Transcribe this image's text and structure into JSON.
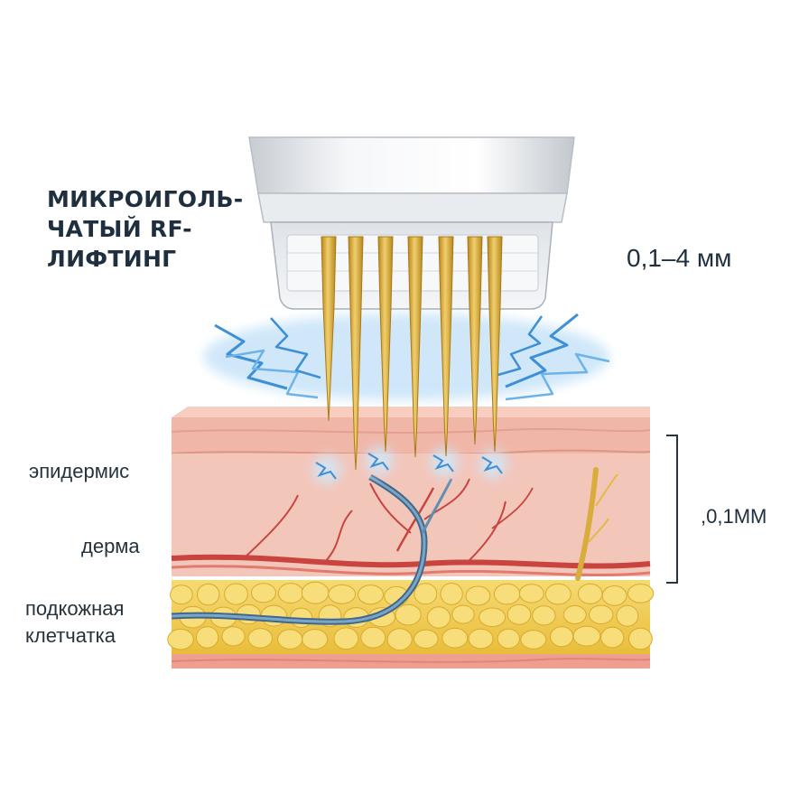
{
  "title_lines": [
    "МИКРОИГОЛЬ-",
    "ЧАТЫЙ RF-",
    "ЛИФТИНГ"
  ],
  "depth_top_label": "0,1–4 мм",
  "depth_side_label": ",0,1МM",
  "layers": {
    "epidermis": "эпидермис",
    "dermis": "дерма",
    "subcutaneous_line1": "подкожная",
    "subcutaneous_line2": "клетчатка"
  },
  "colors": {
    "title": "#1f2f3f",
    "epidermis": "#f0b7a8",
    "dermis": "#f3c6ba",
    "fat": "#f2cf55",
    "needle": "#d9ad3c",
    "spark": "#4aa3e0",
    "vessel_red": "#c9443e",
    "vessel_blue": "#5e8fb3"
  },
  "needle_count": 7
}
